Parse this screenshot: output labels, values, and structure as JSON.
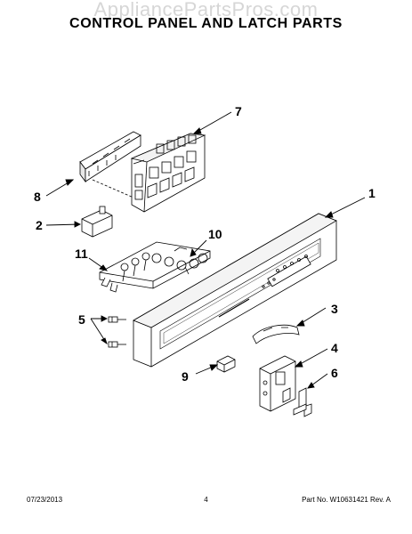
{
  "header": {
    "watermark": "AppliancePartsPros.com",
    "title": "CONTROL PANEL AND LATCH PARTS"
  },
  "callouts": {
    "c1": "1",
    "c2": "2",
    "c3": "3",
    "c4": "4",
    "c5": "5",
    "c6": "6",
    "c7": "7",
    "c8": "8",
    "c9": "9",
    "c10": "10",
    "c11": "11"
  },
  "footer": {
    "date": "07/23/2013",
    "page": "4",
    "part_rev": "Part No. W10631421  Rev. A"
  }
}
